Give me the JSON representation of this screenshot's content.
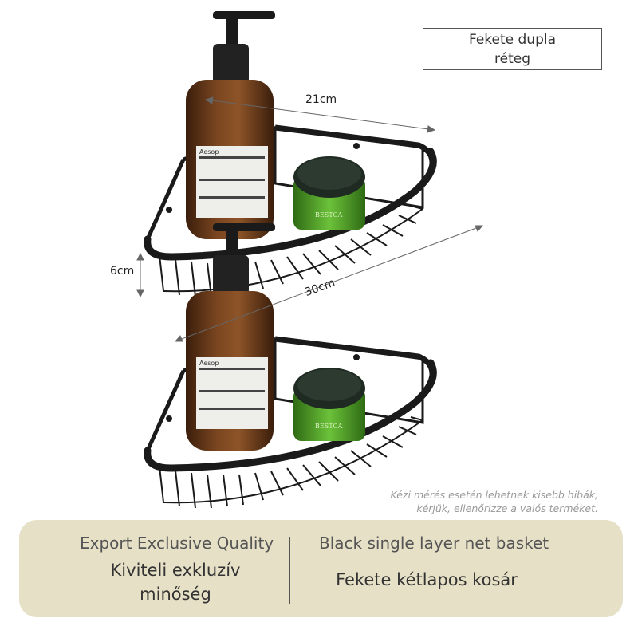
{
  "title": {
    "line1": "Fekete dupla",
    "line2": "réteg"
  },
  "dimensions": {
    "width_short": "21cm",
    "width_long": "30cm",
    "height": "6cm"
  },
  "note": {
    "line1": "Kézi mérés esetén lehetnek kisebb hibák,",
    "line2": "kérjük, ellenőrizze a valós terméket."
  },
  "product_labels": {
    "bottle_brand": "Aesop",
    "jar_brand": "BESTCA"
  },
  "banner": {
    "left_en": "Export Exclusive Quality",
    "left_hu_line1": "Kiviteli exkluzív",
    "left_hu_line2": "minőség",
    "right_en": "Black single layer net basket",
    "right_hu": "Fekete kétlapos kosár"
  },
  "colors": {
    "banner_bg": "#e6e0c6",
    "basket": "#1a1a1a",
    "bottle": "#6b3a1c",
    "jar": "#4d9a2a"
  }
}
